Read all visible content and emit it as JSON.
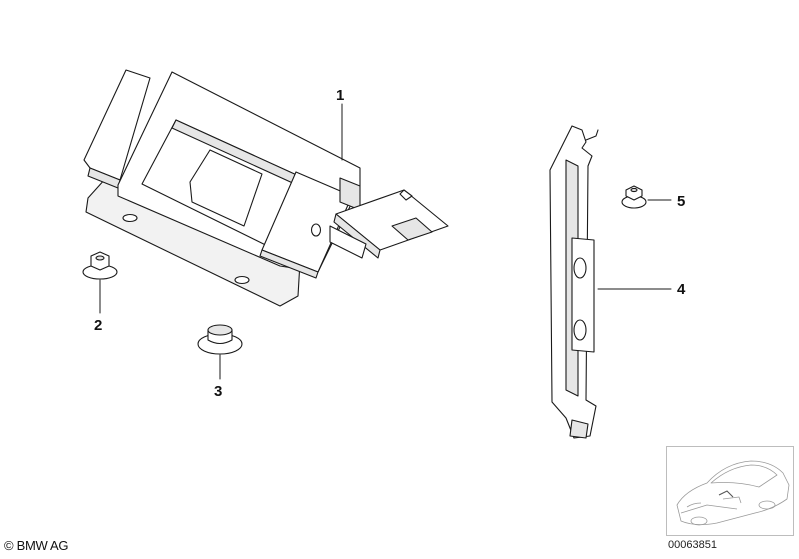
{
  "diagram": {
    "callouts": [
      {
        "id": "1",
        "label": "1"
      },
      {
        "id": "2",
        "label": "2"
      },
      {
        "id": "3",
        "label": "3"
      },
      {
        "id": "4",
        "label": "4"
      },
      {
        "id": "5",
        "label": "5"
      }
    ]
  },
  "footer": {
    "copyright": "© BMW AG",
    "reference_number": "00063851"
  },
  "colors": {
    "line": "#1a1a1a",
    "fill": "#ffffff",
    "shade": "#e6e6e6"
  }
}
